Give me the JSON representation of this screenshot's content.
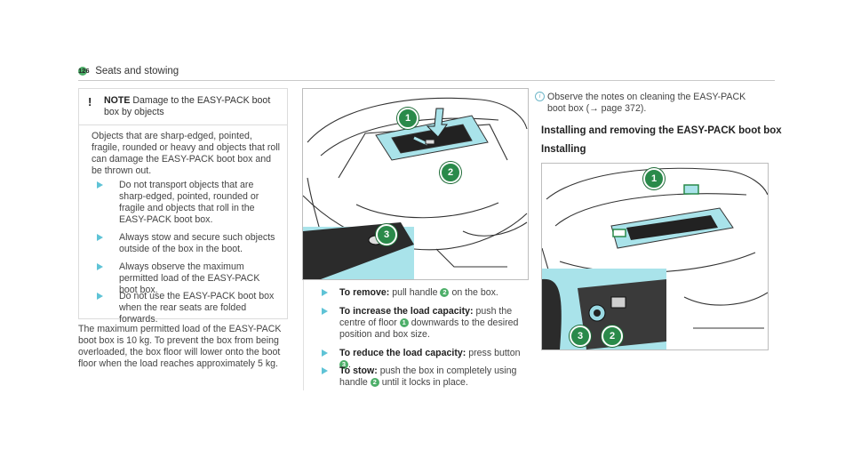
{
  "header": {
    "page_number": "126",
    "section": "Seats and stowing"
  },
  "note": {
    "icon": "!",
    "label": "NOTE",
    "title_text": "Damage to the EASY-PACK boot box by objects",
    "body": "Objects that are sharp-edged, pointed, fragile, rounded or heavy and objects that roll can damage the EASY-PACK boot box and be thrown out.",
    "bullets": [
      "Do not transport objects that are sharp-edged, pointed, rounded or fragile and objects that roll in the EASY-PACK boot box.",
      "Always stow and secure such objects outside of the box in the boot.",
      "Always observe the maximum permitted load of the EASY-PACK boot box.",
      "Do not use the EASY-PACK boot box when the rear seats are folded forwards."
    ]
  },
  "paragraph": "The maximum permitted load of the EASY-PACK boot box is 10 kg. To prevent the box from being overloaded, the box floor will lower onto the boot floor when the load reaches approximately 5 kg.",
  "figure1": {
    "badges": [
      "1",
      "2",
      "3"
    ]
  },
  "figure2": {
    "badges": [
      "1",
      "3",
      "2"
    ]
  },
  "steps": [
    {
      "label": "To remove:",
      "pre": "pull handle",
      "n1": "2",
      "post": "on the box.",
      "n2": "",
      "post2": ""
    },
    {
      "label": "To increase the load capacity:",
      "pre": "push the centre of floor",
      "n1": "1",
      "post": "downwards to the desired position and box size.",
      "n2": "",
      "post2": ""
    },
    {
      "label": "To reduce the load capacity:",
      "pre": "press button",
      "n1": "3",
      "post": ".",
      "n2": "",
      "post2": ""
    },
    {
      "label": "To stow:",
      "pre": "push the box in completely using handle",
      "n1": "2",
      "post": "until it locks in place.",
      "n2": "",
      "post2": ""
    }
  ],
  "info": {
    "icon": "i",
    "text": "Observe the notes on cleaning the EASY-PACK boot box (→ page 372)."
  },
  "heading1": "Installing and removing the EASY-PACK boot box",
  "heading2": "Installing",
  "colors": {
    "accent_cyan": "#5ec3d6",
    "badge_green": "#2a8a4a",
    "highlight_cyan": "#a9e3ea"
  }
}
